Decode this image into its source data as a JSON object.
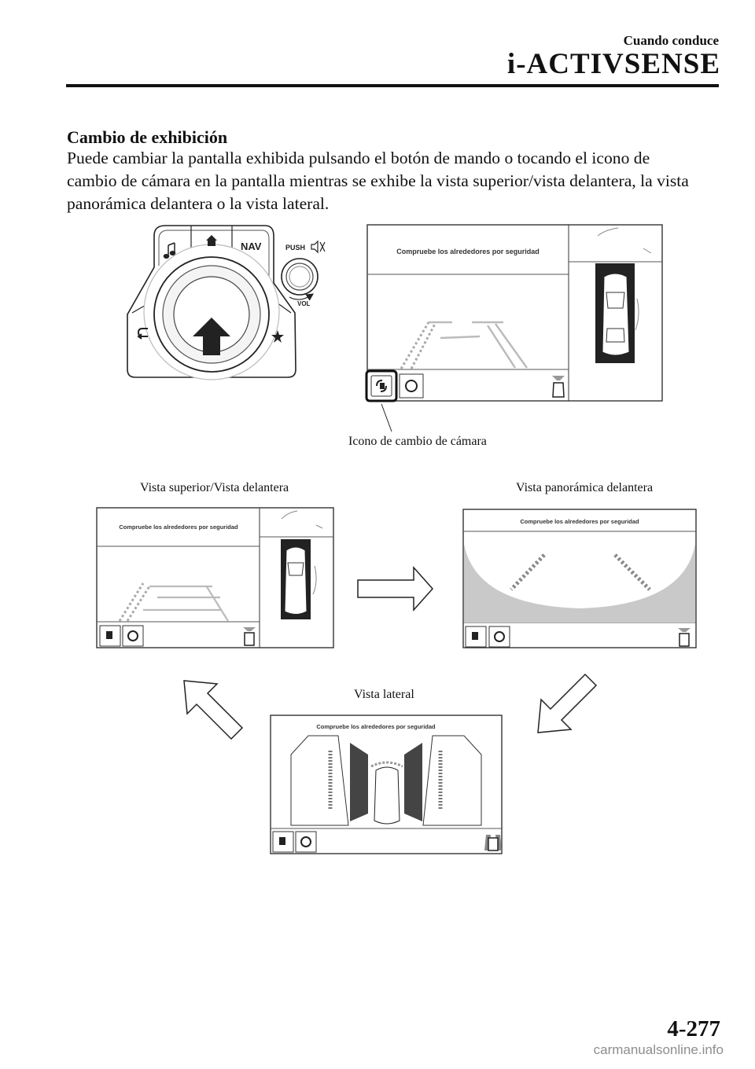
{
  "header": {
    "section": "Cuando conduce",
    "title": "i-ACTIVSENSE"
  },
  "section_heading": "Cambio de exhibición",
  "body_lines": [
    "Puede cambiar la pantalla exhibida pulsando el botón de mando o tocando el icono de",
    "cambio de cámara en la pantalla mientras se exhibe la vista superior/vista delantera, la vista",
    "panorámica delantera o la vista lateral."
  ],
  "commander": {
    "nav_label": "NAV",
    "push_label": "PUSH",
    "vol_label": "VOL"
  },
  "screen_banner": "Compruebe los alrededores por seguridad",
  "callout_label": "Icono de cambio de cámara",
  "views": {
    "top_front": "Vista superior/Vista delantera",
    "panoramic": "Vista panorámica delantera",
    "side": "Vista lateral"
  },
  "page_number": "4-277",
  "watermark": "carmanualsonline.info"
}
